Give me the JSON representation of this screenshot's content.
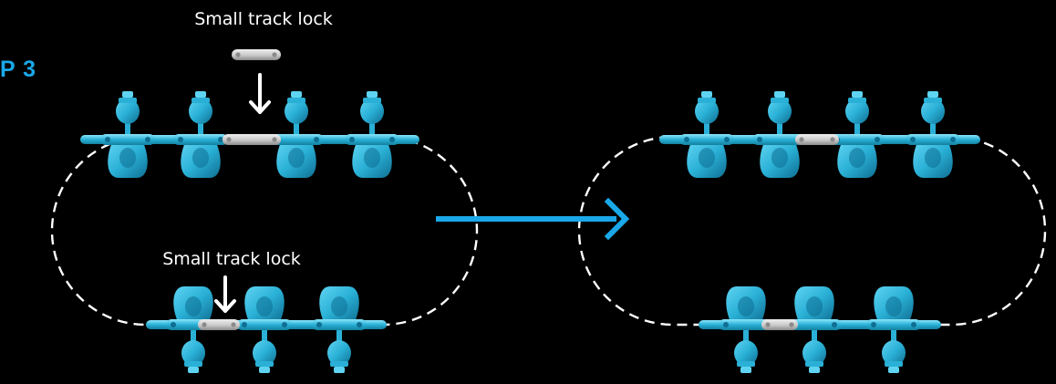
{
  "step_label": "P 3",
  "callouts": {
    "top": "Small track lock",
    "bottom": "Small track lock"
  },
  "colors": {
    "background": "#000000",
    "step_label": "#1aa8e8",
    "callout_text": "#ffffff",
    "arrow_transition": "#1aa8e8",
    "arrow_pointer": "#ffffff",
    "dashed_track": "#ffffff",
    "module_light": "#5fd4f2",
    "module_mid": "#2ab0d6",
    "module_dark": "#0f6e92",
    "track_lock": "#c9c9c9",
    "track_lock_dark": "#8a8a8a"
  },
  "icons": {
    "transition_arrow": "right-arrow-icon",
    "pointer_arrow": "down-arrow-icon"
  }
}
